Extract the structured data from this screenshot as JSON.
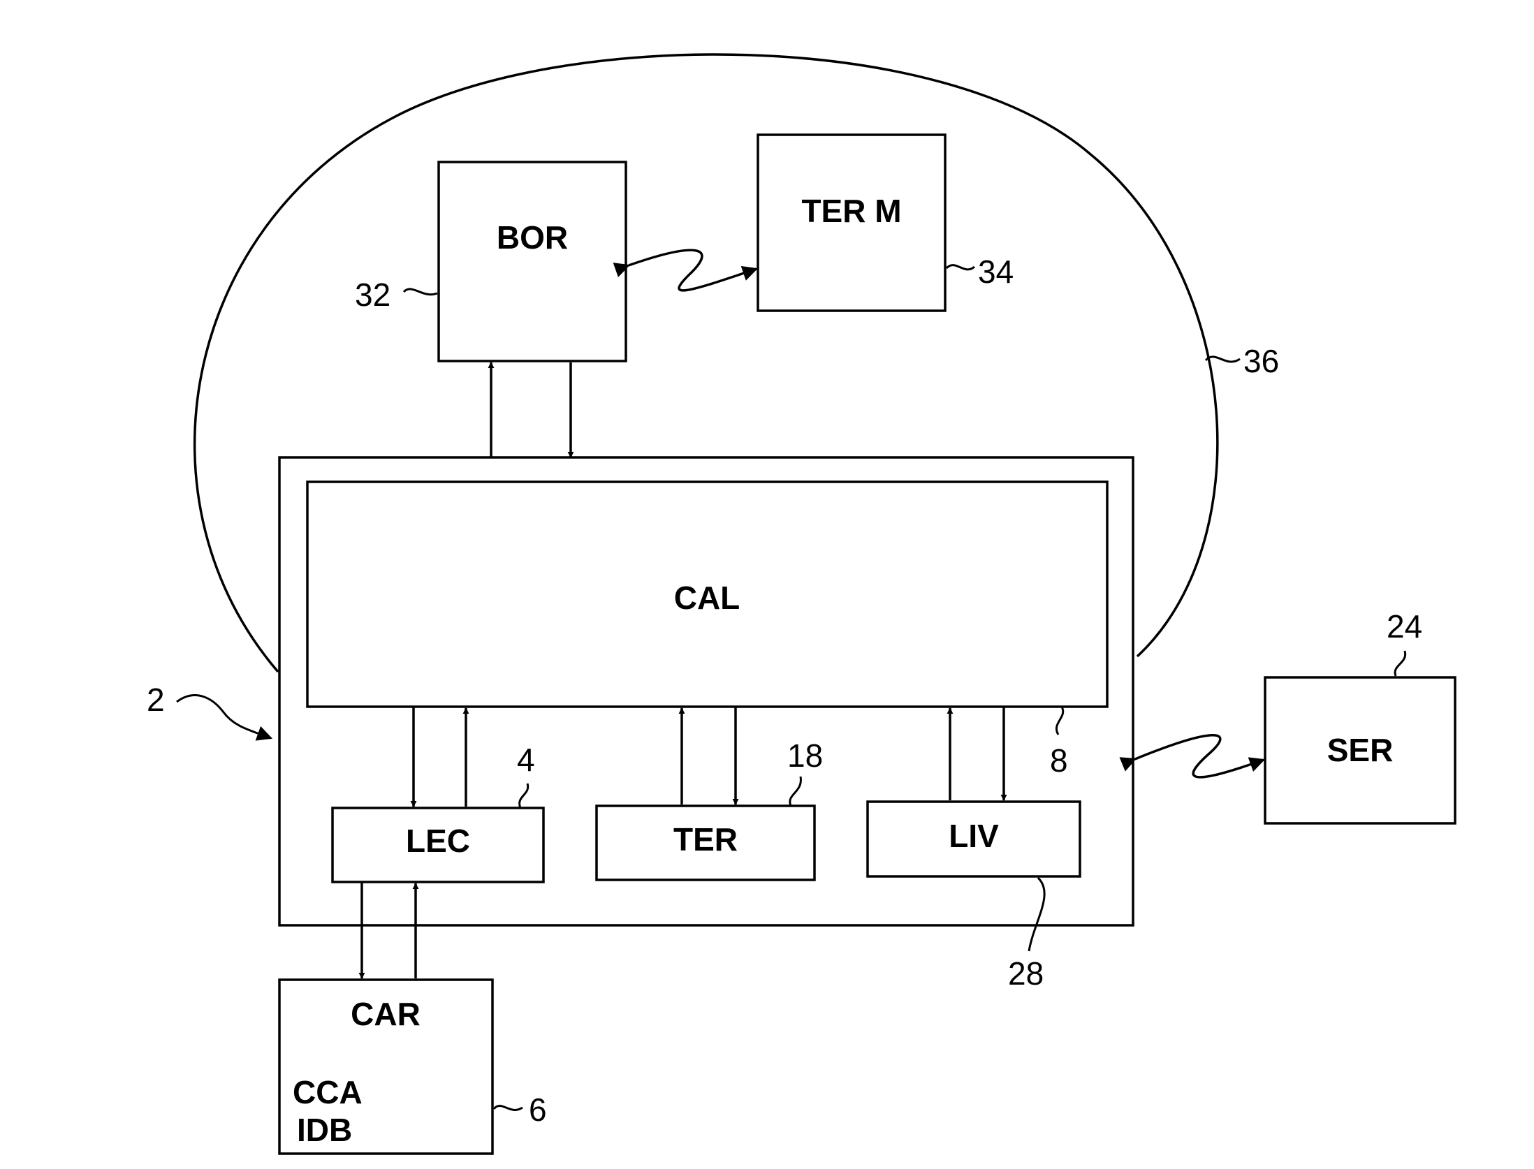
{
  "blocks": {
    "bor": "BOR",
    "term": "TER M",
    "cal": "CAL",
    "lec": "LEC",
    "ter": "TER",
    "liv": "LIV",
    "ser": "SER",
    "car": "CAR",
    "car_line2": "CCA",
    "car_line3": "IDB"
  },
  "refs": {
    "r2": "2",
    "r4": "4",
    "r6": "6",
    "r8": "8",
    "r18": "18",
    "r24": "24",
    "r28": "28",
    "r32": "32",
    "r34": "34",
    "r36": "36"
  }
}
